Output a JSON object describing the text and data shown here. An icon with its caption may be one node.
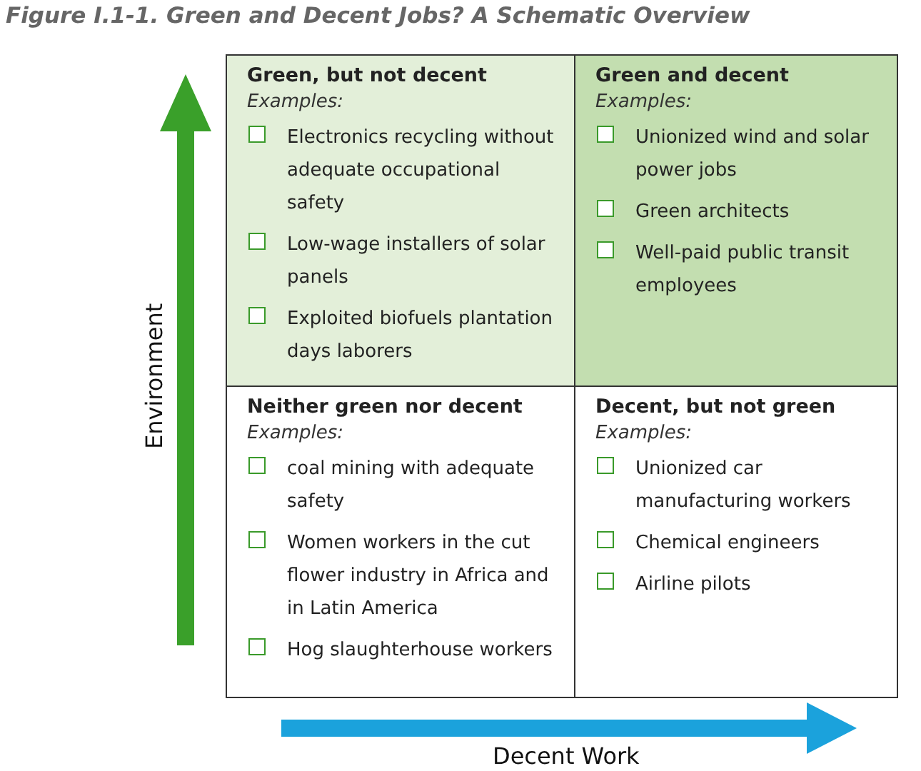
{
  "diagram": {
    "title": "Figure I.1-1. Green and Decent Jobs? A Schematic Overview",
    "nodes": [
      {
        "text": [
          "Green, but not decent",
          "Examples:",
          "Electronics recycling without adequate occupational safety",
          "Low-wage installers of solar panels",
          "Exploited biofuels plantation days laborers"
        ]
      },
      {
        "text": [
          "Green and decent",
          "Examples:",
          "Unionized wind and solar power jobs",
          "Green architects",
          "Well-paid public transit employees"
        ]
      },
      {
        "text": [
          "Neither green nor decent",
          "Examples:",
          "coal mining with adequate safety",
          "Women workers in the cut flower industry in Africa and in Latin America",
          "Hog slaughterhouse workers"
        ]
      },
      {
        "text": [
          "Decent, but not green",
          "Examples:",
          "Unionized car manufacturing workers",
          "Chemical engineers",
          "Airline pilots"
        ]
      }
    ],
    "edges": [],
    "labels": [
      "Environment",
      "Decent Work"
    ]
  }
}
